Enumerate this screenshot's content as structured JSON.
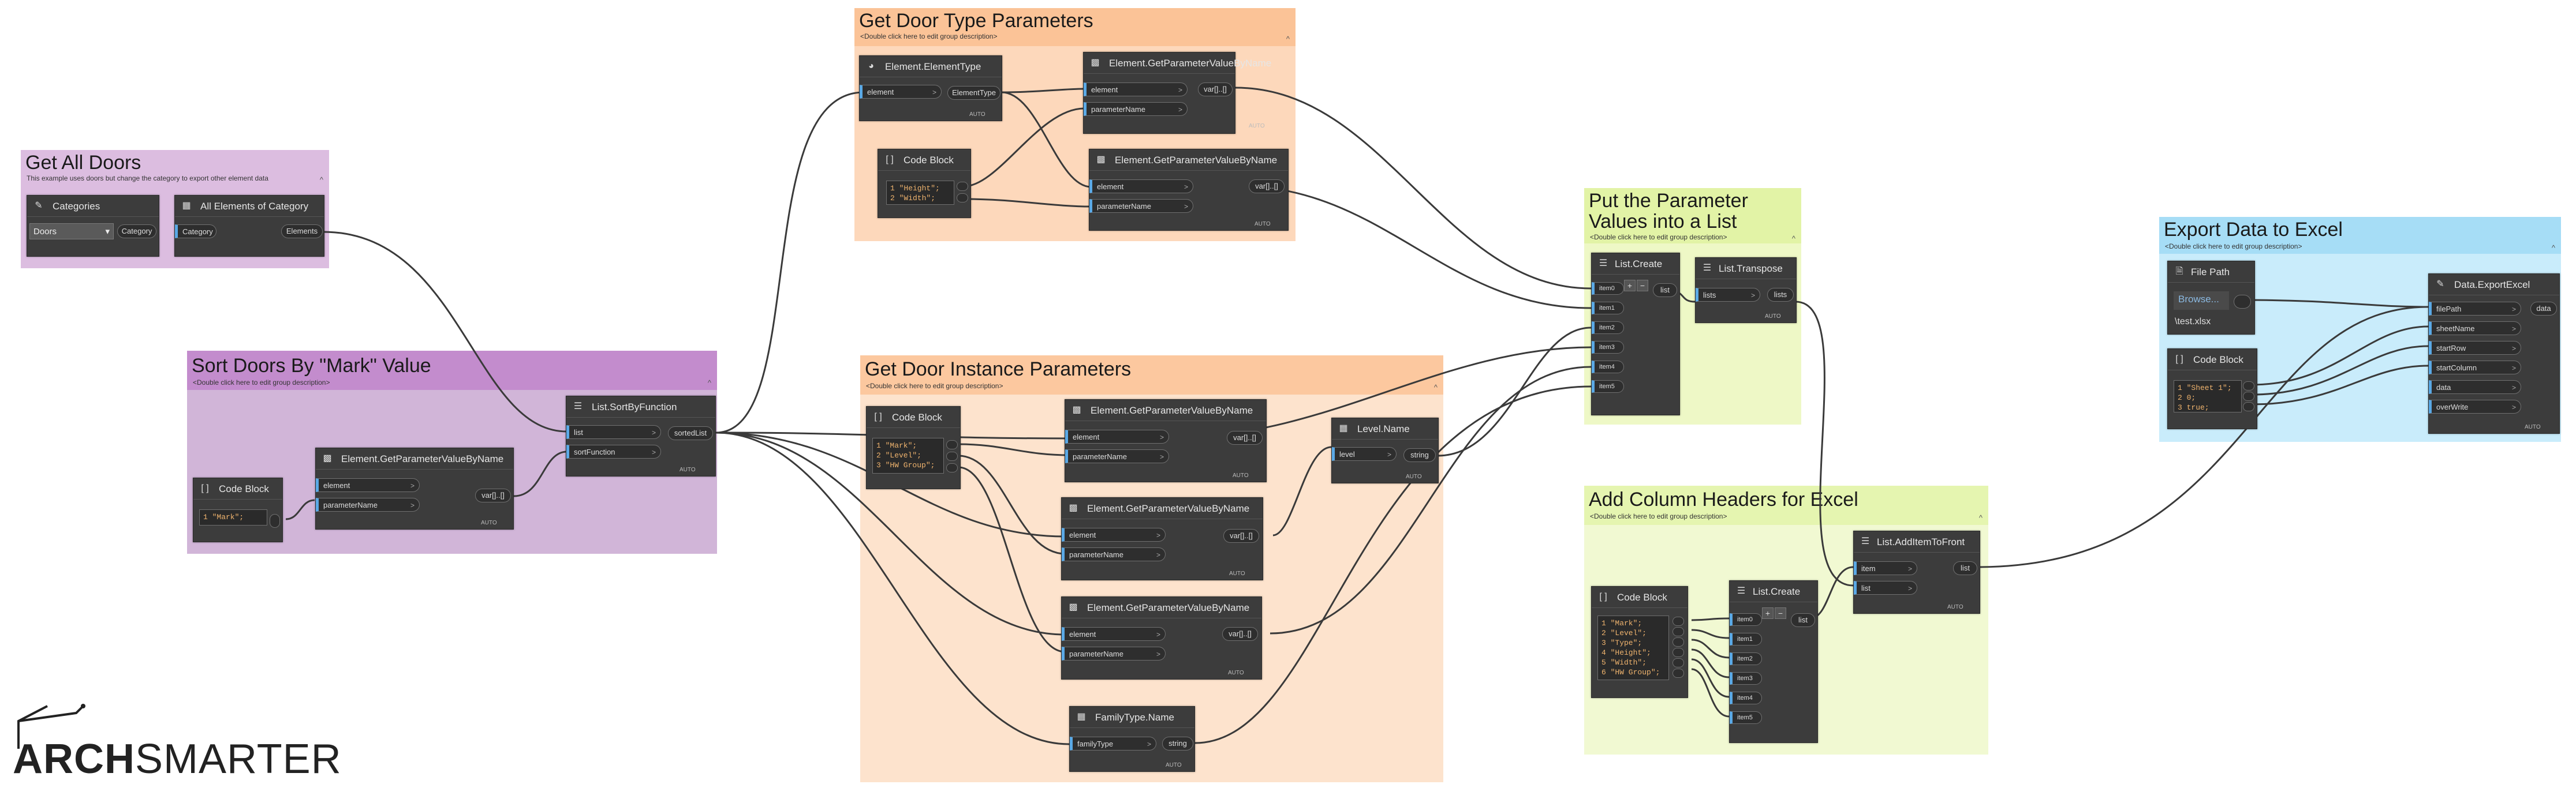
{
  "groups": {
    "get_all_doors": {
      "title": "Get All Doors",
      "description": "This example uses doors but change the category to export other element data",
      "color": "#d9b8dd"
    },
    "sort_doors": {
      "title": "Sort Doors By \"Mark\" Value",
      "description": "<Double click here to edit group description>",
      "color": "#c69bd1"
    },
    "door_type_params": {
      "title": "Get Door Type Parameters",
      "description": "<Double click here to edit group description>",
      "color": "#fcc9a0"
    },
    "door_instance_params": {
      "title": "Get Door Instance Parameters",
      "description": "<Double click here to edit group description>",
      "color": "#fbdcc2"
    },
    "parameter_list": {
      "title": "Put the Parameter Values into a List",
      "description": "<Double click here to edit group description>",
      "color": "#e7f5b3"
    },
    "column_headers": {
      "title": "Add Column Headers for Excel",
      "description": "<Double click here to edit group description>",
      "color": "#eaf6c0"
    },
    "export_excel": {
      "title": "Export Data to Excel",
      "description": "<Double click here to edit group description>",
      "color": "#aee0f8"
    }
  },
  "collapse_icon": "^",
  "auto_label": "AUTO",
  "chevron": ">",
  "nodes": {
    "categories": {
      "title": "Categories",
      "dropdown_value": "Doors",
      "output": "Category"
    },
    "all_elements": {
      "title": "All Elements of Category",
      "input": "Category",
      "output": "Elements"
    },
    "code_mark": {
      "title": "Code Block",
      "code": "1 \"Mark\";"
    },
    "gpv_mark": {
      "title": "Element.GetParameterValueByName",
      "inputs": [
        "element",
        "parameterName"
      ],
      "output": "var[]..[]"
    },
    "sort_by_function": {
      "title": "List.SortByFunction",
      "inputs": [
        "list",
        "sortFunction"
      ],
      "output": "sortedList"
    },
    "element_type": {
      "title": "Element.ElementType",
      "input": "element",
      "output": "ElementType"
    },
    "code_type": {
      "title": "Code Block",
      "code": "1 \"Height\";\n2 \"Width\";"
    },
    "gpv_type1": {
      "title": "Element.GetParameterValueByName",
      "inputs": [
        "element",
        "parameterName"
      ],
      "output": "var[]..[]"
    },
    "gpv_type2": {
      "title": "Element.GetParameterValueByName",
      "inputs": [
        "element",
        "parameterName"
      ],
      "output": "var[]..[]"
    },
    "code_instance": {
      "title": "Code Block",
      "code": "1 \"Mark\";\n2 \"Level\";\n3 \"HW Group\";"
    },
    "gpv_inst1": {
      "title": "Element.GetParameterValueByName",
      "inputs": [
        "element",
        "parameterName"
      ],
      "output": "var[]..[]"
    },
    "gpv_inst2": {
      "title": "Element.GetParameterValueByName",
      "inputs": [
        "element",
        "parameterName"
      ],
      "output": "var[]..[]"
    },
    "gpv_inst3": {
      "title": "Element.GetParameterValueByName",
      "inputs": [
        "element",
        "parameterName"
      ],
      "output": "var[]..[]"
    },
    "level_name": {
      "title": "Level.Name",
      "input": "level",
      "output": "string"
    },
    "family_type_name": {
      "title": "FamilyType.Name",
      "input": "familyType",
      "output": "string"
    },
    "list_create": {
      "title": "List.Create",
      "inputs": [
        "item0",
        "item1",
        "item2",
        "item3",
        "item4",
        "item5"
      ],
      "output": "list"
    },
    "list_transpose": {
      "title": "List.Transpose",
      "input": "lists",
      "output": "lists"
    },
    "code_headers": {
      "title": "Code Block",
      "code": "1 \"Mark\";\n2 \"Level\";\n3 \"Type\";\n4 \"Height\";\n5 \"Width\";\n6 \"HW Group\";"
    },
    "list_create2": {
      "title": "List.Create",
      "inputs": [
        "item0",
        "item1",
        "item2",
        "item3",
        "item4",
        "item5"
      ],
      "output": "list"
    },
    "add_item_front": {
      "title": "List.AddItemToFront",
      "inputs": [
        "item",
        "list"
      ],
      "output": "list"
    },
    "file_path": {
      "title": "File Path",
      "browse_label": "Browse...",
      "path_value": "\\test.xlsx"
    },
    "code_export": {
      "title": "Code Block",
      "code": "1 \"Sheet 1\";\n2 0;\n3 true;"
    },
    "export_excel": {
      "title": "Data.ExportExcel",
      "inputs": [
        "filePath",
        "sheetName",
        "startRow",
        "startColumn",
        "data",
        "overWrite"
      ],
      "output": "data"
    }
  },
  "logo": {
    "text_bold": "ARCH",
    "text_light": "SMARTER"
  }
}
